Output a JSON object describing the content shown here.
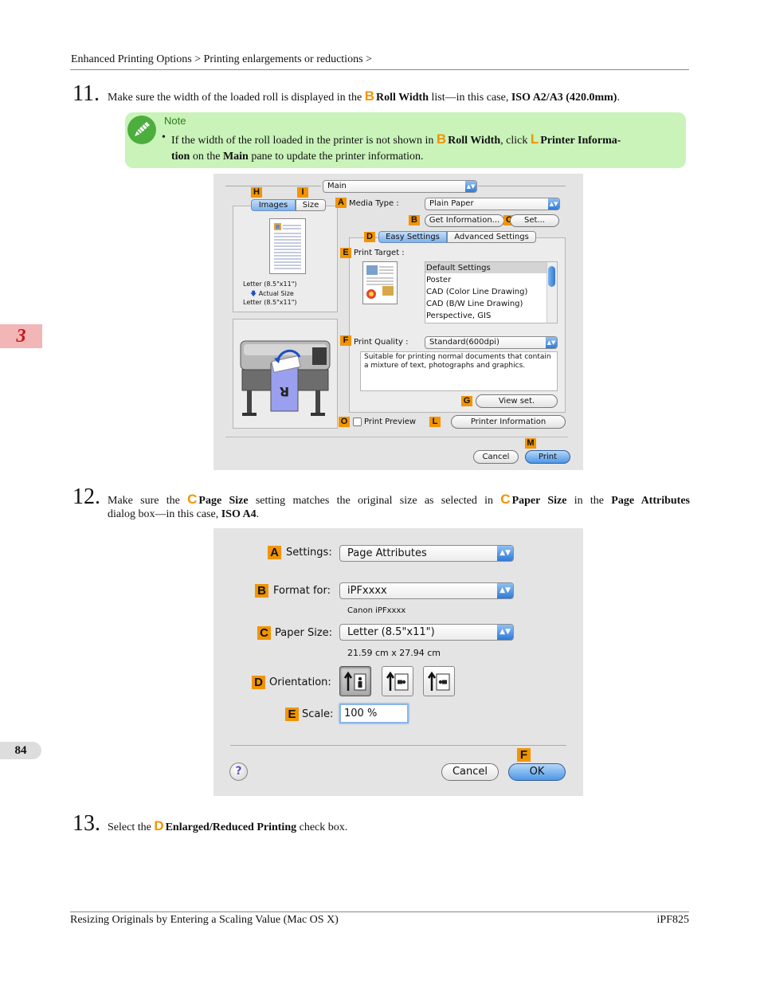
{
  "header": {
    "breadcrumb": "Enhanced Printing Options > Printing enlargements or reductions >"
  },
  "footer": {
    "left": "Resizing Originals by Entering a Scaling Value (Mac OS X)",
    "right": "iPF825"
  },
  "chapter": "3",
  "page_number": "84",
  "steps": {
    "s11": {
      "num": "11.",
      "p1": "Make sure the width of the loaded roll is displayed in the ",
      "letter": "B",
      "bold1": "Roll Width",
      "p2": " list—in this case, ",
      "bold2": "ISO A2/A3 (420.0mm)",
      "p3": "."
    },
    "s12": {
      "num": "12.",
      "p1": "Make sure the ",
      "letter1": "C",
      "bold1": "Page Size",
      "p2": " setting matches the original size as selected in ",
      "letter2": "C",
      "bold2": "Paper Size",
      "p3": " in the ",
      "bold3": "Page Attributes",
      "p4": "dialog box—in this case, ",
      "bold4": "ISO A4",
      "p5": "."
    },
    "s13": {
      "num": "13.",
      "p1": "Select the ",
      "letter": "D",
      "bold1": "Enlarged/Reduced Printing",
      "p2": " check box."
    }
  },
  "note": {
    "label": "Note",
    "bullet": "•",
    "p1": "If the width of the roll loaded in the printer is not shown in ",
    "letter1": "B",
    "bold1": "Roll Width",
    "p2": ", click ",
    "letter2": "L",
    "bold2a": "Printer Informa-",
    "bold2b": "tion",
    "p3": " on the ",
    "bold3": "Main",
    "p4": " pane to update the printer information."
  },
  "dialog1": {
    "pane_popup": "Main",
    "tabs_left": [
      "Images",
      "Size"
    ],
    "size_info": [
      "Letter (8.5\"x11\")",
      "Actual Size",
      "Letter (8.5\"x11\")"
    ],
    "media_type_label": "Media Type :",
    "media_type_value": "Plain Paper",
    "get_info_button": "Get Information...",
    "set_button": "Set...",
    "tabs_main": [
      "Easy Settings",
      "Advanced Settings"
    ],
    "print_target_label": "Print Target :",
    "print_targets": [
      "Default Settings",
      "Poster",
      "CAD (Color Line Drawing)",
      "CAD (B/W Line Drawing)",
      "Perspective, GIS"
    ],
    "print_quality_label": "Print Quality :",
    "print_quality_value": "Standard(600dpi)",
    "description": "Suitable for printing normal documents that contain a mixture of text, photographs and graphics.",
    "view_set_button": "View set.",
    "print_preview_label": "Print Preview",
    "printer_info_button": "Printer Information",
    "cancel_button": "Cancel",
    "print_button": "Print",
    "labels": {
      "A": "A",
      "B": "B",
      "C": "C",
      "D": "D",
      "E": "E",
      "F": "F",
      "G": "G",
      "H": "H",
      "I": "I",
      "L": "L",
      "M": "M",
      "O": "O"
    }
  },
  "dialog2": {
    "settings_label": "Settings:",
    "settings_value": "Page Attributes",
    "format_for_label": "Format for:",
    "format_for_value": "iPFxxxx",
    "format_for_sub": "Canon iPFxxxx",
    "paper_size_label": "Paper Size:",
    "paper_size_value": "Letter (8.5\"x11\")",
    "paper_size_sub": "21.59 cm x 27.94 cm",
    "orientation_label": "Orientation:",
    "scale_label": "Scale:",
    "scale_value": "100 %",
    "help_glyph": "?",
    "cancel_button": "Cancel",
    "ok_button": "OK",
    "labels": {
      "A": "A",
      "B": "B",
      "C": "C",
      "D": "D",
      "E": "E",
      "F": "F"
    }
  },
  "colors": {
    "accent_orange": "#f29400",
    "note_green": "#c9f3b9",
    "chapter_red": "#c6161d"
  }
}
